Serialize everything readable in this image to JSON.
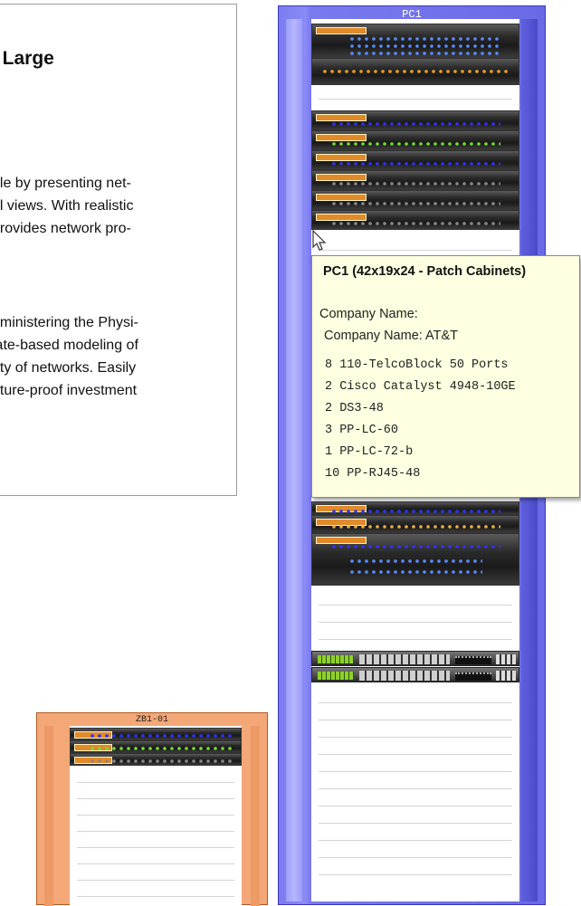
{
  "textbox": {
    "heading": "l Large",
    "lines": [
      "ble by presenting net-",
      "al views. With realistic",
      "provides network pro-",
      "dministering the Physi-",
      "late-based modeling of",
      "ety of networks. Easily",
      "uture-proof investment"
    ]
  },
  "rack": {
    "title": "PC1",
    "color": "#7a7aee",
    "tag_color": "#e08a2a"
  },
  "rack2": {
    "title": "ZB1-01",
    "color": "#f4a878"
  },
  "tooltip": {
    "title": "PC1 (42x19x24 - Patch Cabinets)",
    "company_label": "Company Name:",
    "company_value": "Company Name: AT&T",
    "items": [
      "8 110-TelcoBlock 50 Ports",
      "2 Cisco Catalyst 4948-10GE",
      "2 DS3-48",
      "3 PP-LC-60",
      "1 PP-LC-72-b",
      "10 PP-RJ45-48"
    ]
  },
  "cursor_icon": "arrow-cursor-icon"
}
